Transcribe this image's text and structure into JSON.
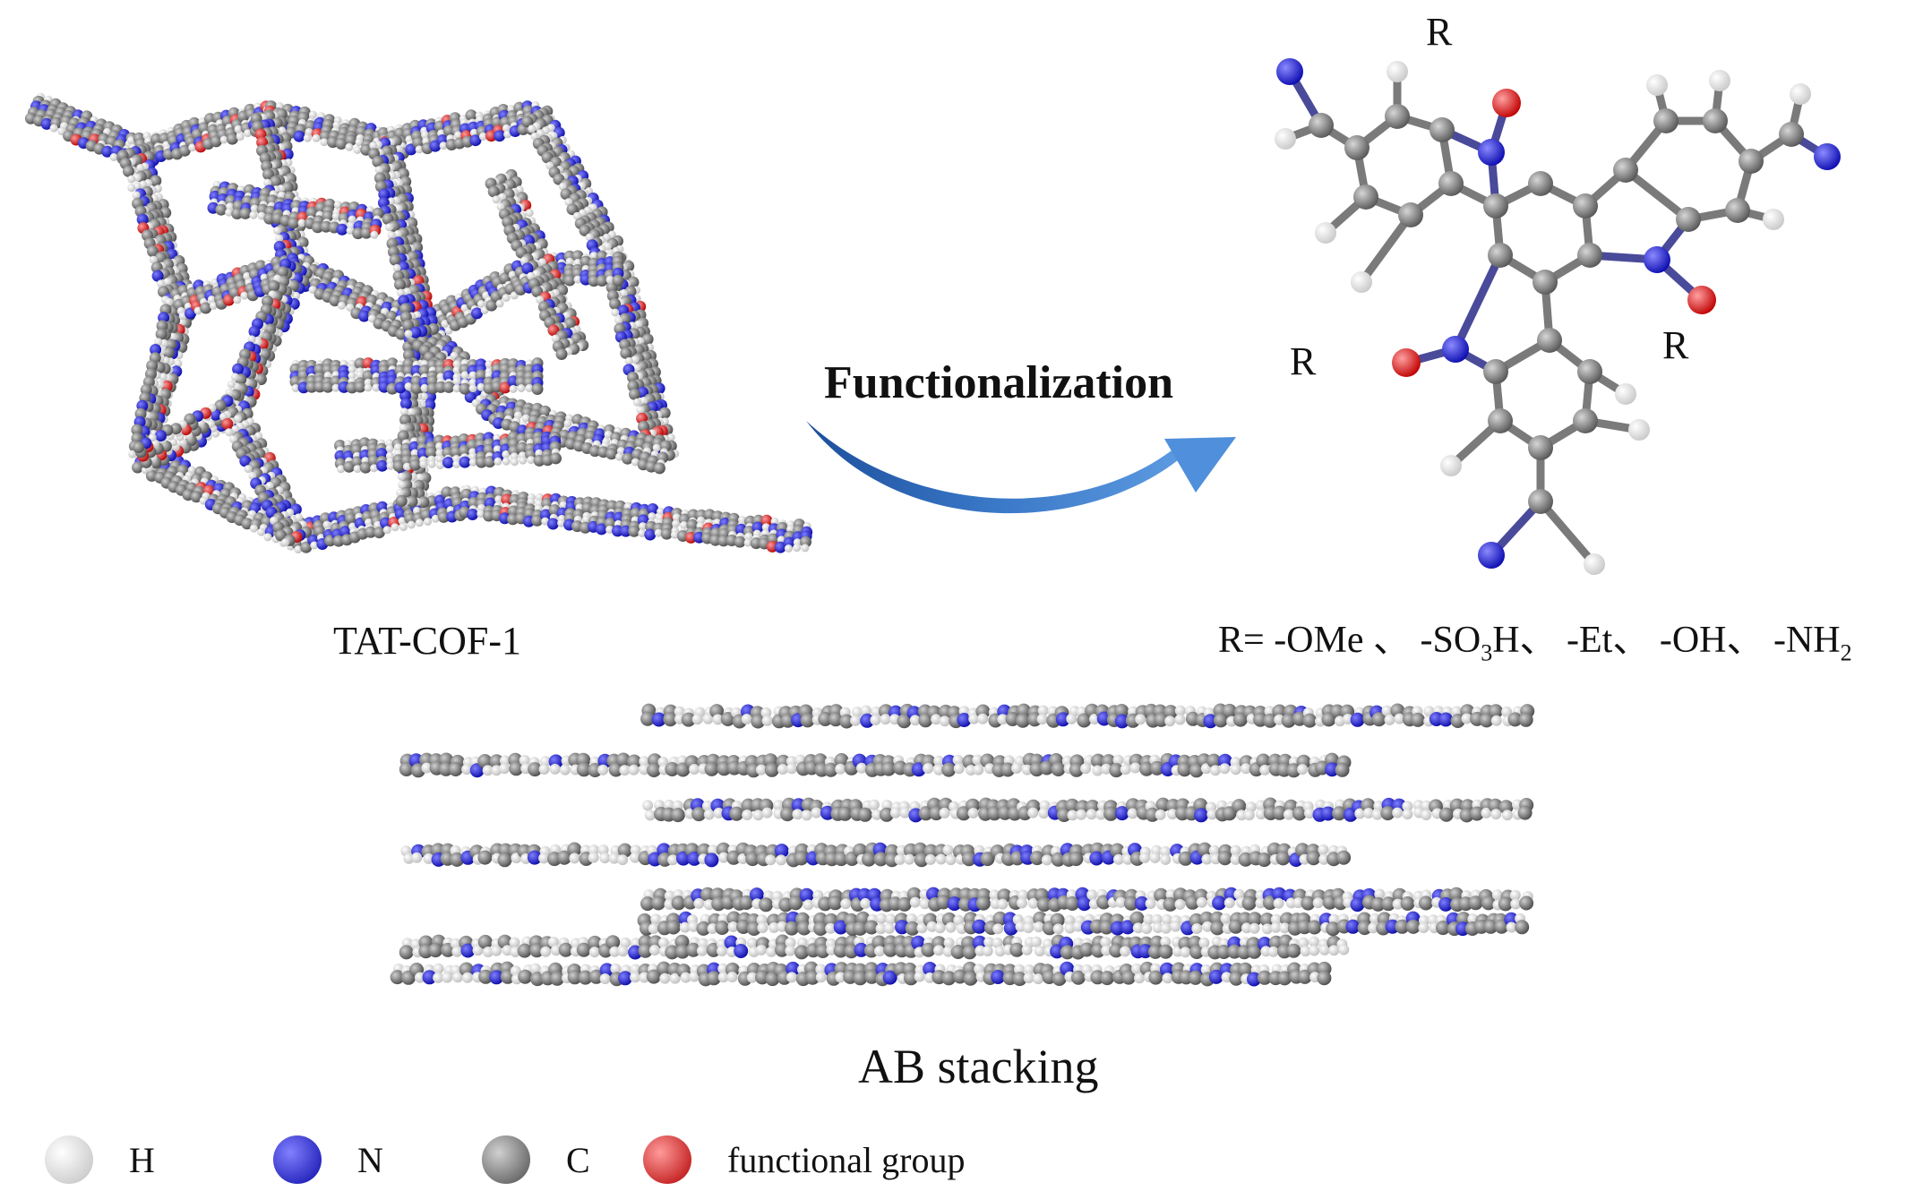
{
  "cof": {
    "label": "TAT-COF-1"
  },
  "arrow": {
    "label": "Functionalization"
  },
  "molecule": {
    "r_labels": [
      "R",
      "R",
      "R"
    ],
    "r_definition": {
      "prefix": "R= -OMe 、 -SO",
      "sub1": "3",
      "mid": "H、 -Et、 -OH、 -NH",
      "sub2": "2"
    }
  },
  "stacking": {
    "label": "AB stacking"
  },
  "legend": {
    "items": [
      {
        "label": "H",
        "color": "#f2f2f2"
      },
      {
        "label": "N",
        "color": "#1a1adf"
      },
      {
        "label": "C",
        "color": "#6e6e6e"
      },
      {
        "label": "functional group",
        "color": "#e01818"
      }
    ]
  },
  "colors": {
    "hydrogen": "#f2f2f2",
    "nitrogen": "#1a1adf",
    "carbon": "#6e6e6e",
    "oxygen": "#e01818",
    "arrow": "#2e64b4"
  }
}
